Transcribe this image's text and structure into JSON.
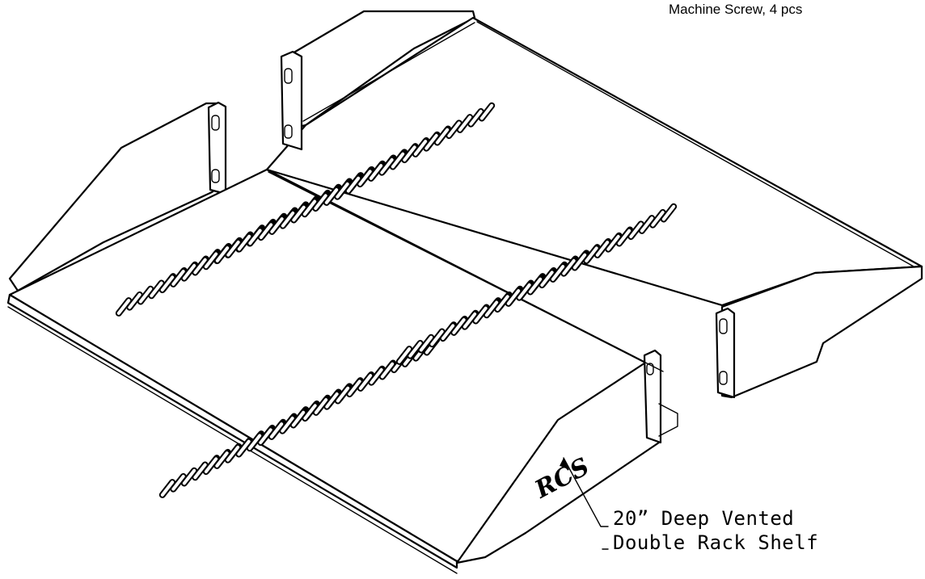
{
  "note": {
    "top_right": "Machine Screw, 4 pcs"
  },
  "callout": {
    "line1": "20” Deep Vented",
    "line2": "Double Rack Shelf"
  },
  "logo": {
    "text": "RCS"
  }
}
